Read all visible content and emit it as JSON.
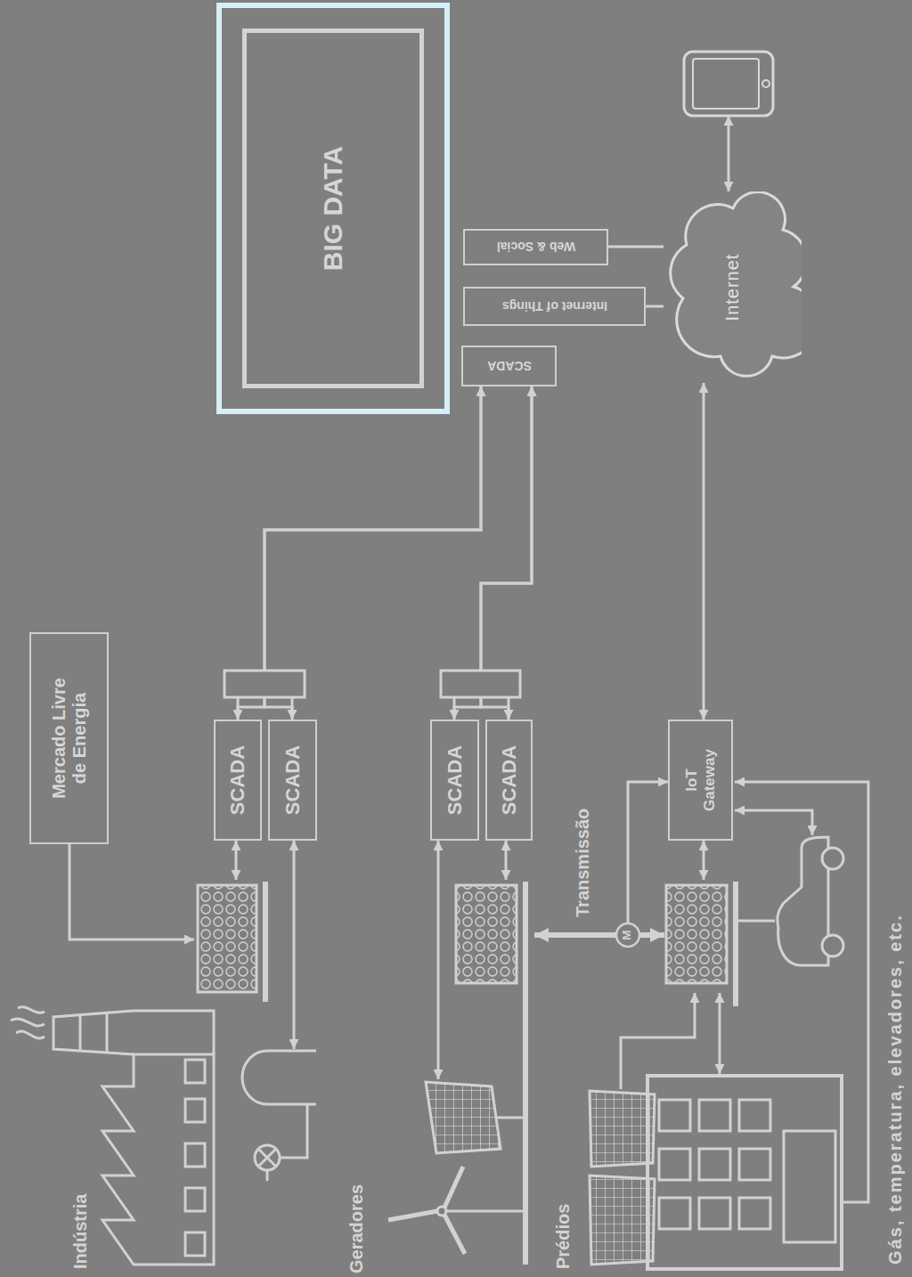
{
  "diagram": {
    "nodes": [
      {
        "text": [
          "BIG DATA"
        ]
      },
      {
        "text": [
          "SCADA"
        ]
      },
      {
        "text": [
          "Internet of Things"
        ]
      },
      {
        "text": [
          "Web & Social"
        ]
      },
      {
        "text": [
          "Internet"
        ]
      },
      {
        "text": [
          "Mercado Livre de Energia"
        ]
      },
      {
        "text": [
          "SCADA"
        ]
      },
      {
        "text": [
          "SCADA"
        ]
      },
      {
        "text": [
          "SCADA"
        ]
      },
      {
        "text": [
          "SCADA"
        ]
      },
      {
        "text": [
          "IoT Gateway"
        ]
      }
    ],
    "edges": [
      {
        "from": 1,
        "to": 6,
        "arrow": "both"
      },
      {
        "from": 1,
        "to": 7,
        "arrow": "both"
      },
      {
        "from": 1,
        "to": 8,
        "arrow": "both"
      },
      {
        "from": 1,
        "to": 9,
        "arrow": "both"
      },
      {
        "from": 2,
        "to": 4,
        "arrow": "none"
      },
      {
        "from": 3,
        "to": 4,
        "arrow": "none"
      },
      {
        "from": 4,
        "to": 10,
        "arrow": "both"
      }
    ],
    "labels": [
      "Indústria",
      "Geradores",
      "Prédios",
      "Transmissão",
      "M",
      "Gás, temperatura, elevadores, etc."
    ]
  }
}
